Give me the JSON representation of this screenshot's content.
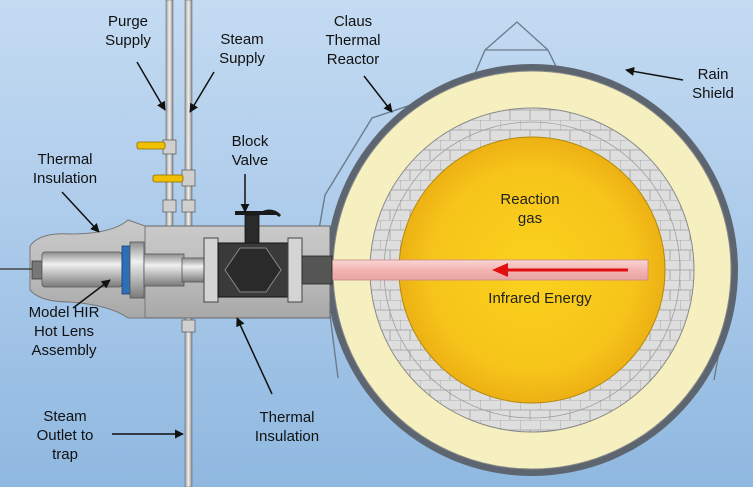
{
  "labels": {
    "purge_supply": "Purge\nSupply",
    "steam_supply": "Steam\nSupply",
    "claus_thermal_reactor": "Claus\nThermal\nReactor",
    "rain_shield": "Rain\nShield",
    "thermal_insulation_top": "Thermal\nInsulation",
    "block_valve": "Block\nValve",
    "model_hir": "Model HIR\nHot Lens\nAssembly",
    "steam_outlet": "Steam\nOutlet to\ntrap",
    "thermal_insulation_bottom": "Thermal\nInsulation",
    "reaction_gas": "Reaction\ngas",
    "infrared_energy": "Infrared Energy"
  },
  "colors": {
    "background": "#a9c9ea",
    "refractory_outer": "#f6efc0",
    "brick": "#dcdcdc",
    "reaction_core": "#f7c51a",
    "ir_beam": "#f3b7b5",
    "ir_arrow": "#e01010",
    "pipe": "#e6e6e6",
    "valve_handle": "#f0c000"
  }
}
